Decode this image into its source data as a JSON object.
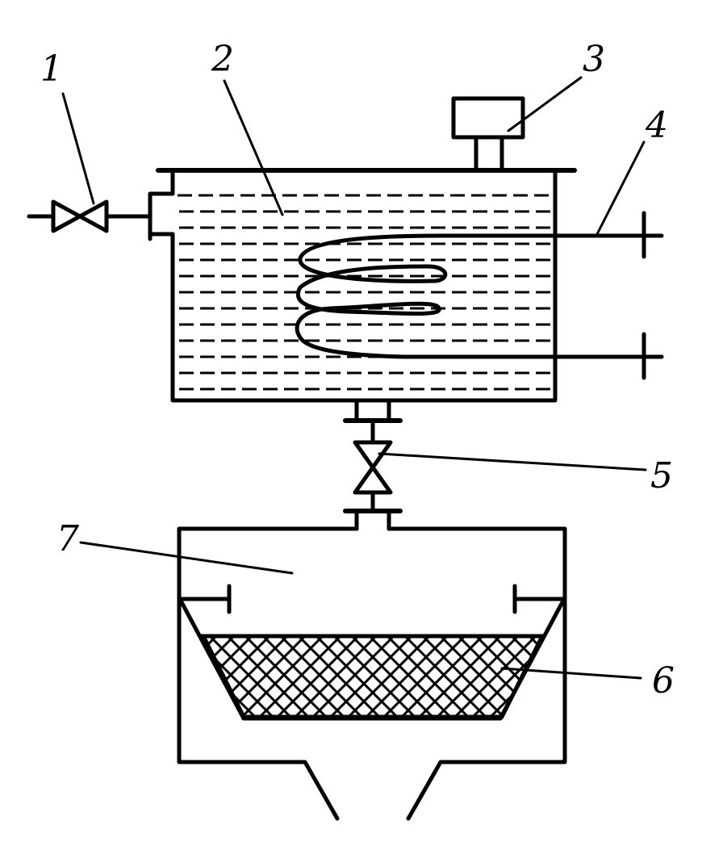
{
  "labels": {
    "l1": "1",
    "l2": "2",
    "l3": "3",
    "l4": "4",
    "l5": "5",
    "l6": "6",
    "l7": "7"
  },
  "icons": {
    "inlet_valve": "valve-icon",
    "outlet_valve": "valve-icon",
    "device": "box-icon",
    "coil": "heating-coil-icon",
    "mesh": "mesh-filter-icon"
  },
  "colors": {
    "line": "#000000",
    "background": "#ffffff"
  }
}
